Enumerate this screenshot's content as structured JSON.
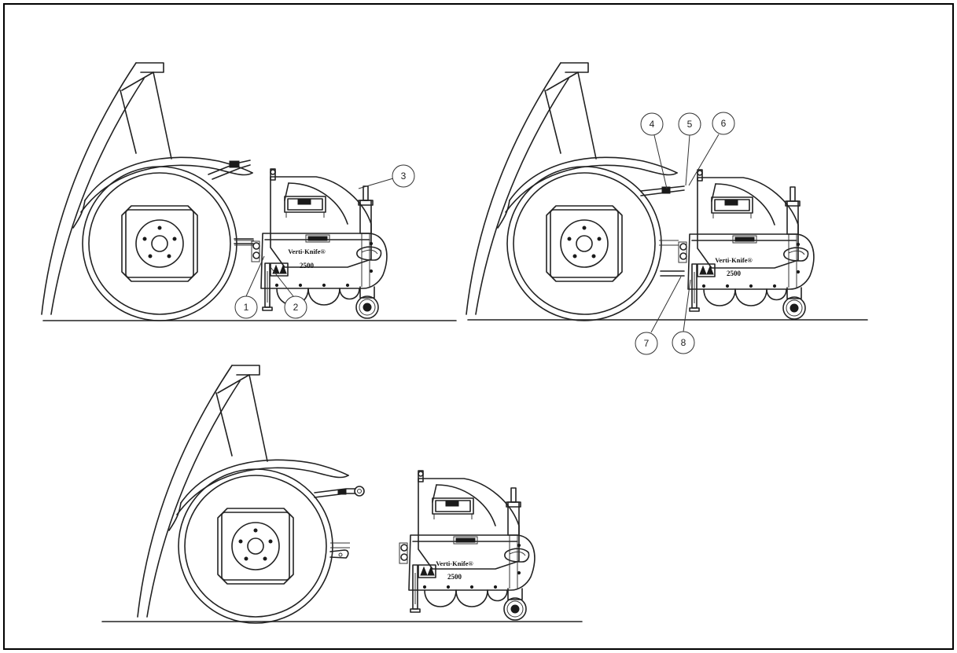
{
  "machine": {
    "brand_label": "Verti-Knife®",
    "model_label": "2500"
  },
  "callouts": [
    "1",
    "2",
    "3",
    "4",
    "5",
    "6",
    "7",
    "8"
  ],
  "colors": {
    "line": "#222222",
    "background": "#ffffff",
    "frame": "#000000"
  }
}
